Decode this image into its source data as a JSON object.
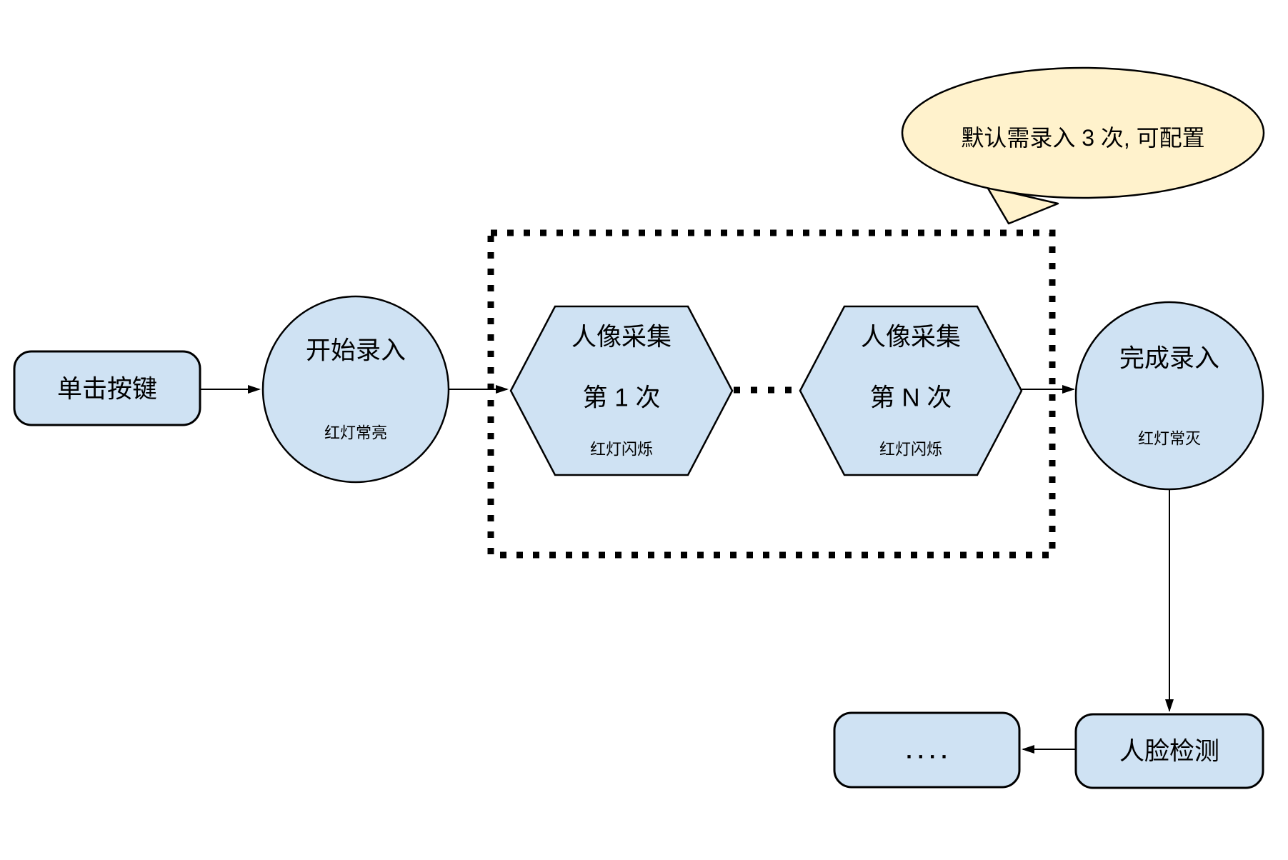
{
  "colors": {
    "node_fill": "#cfe2f3",
    "bubble_fill": "#fff2cc",
    "stroke": "#000000",
    "background": "#ffffff"
  },
  "nodes": {
    "click_button": {
      "label": "单击按键"
    },
    "start_enroll": {
      "label": "开始录入",
      "sublabel": "红灯常亮"
    },
    "capture_first": {
      "label": "人像采集",
      "label_line2": "第 1 次",
      "sublabel": "红灯闪烁"
    },
    "capture_nth": {
      "label": "人像采集",
      "label_line2": "第 N 次",
      "sublabel": "红灯闪烁"
    },
    "finish_enroll": {
      "label": "完成录入",
      "sublabel": "红灯常灭"
    },
    "face_detection": {
      "label": "人脸检测"
    },
    "continuation": {
      "label": "...."
    }
  },
  "callout": {
    "text": "默认需录入 3 次, 可配置"
  }
}
